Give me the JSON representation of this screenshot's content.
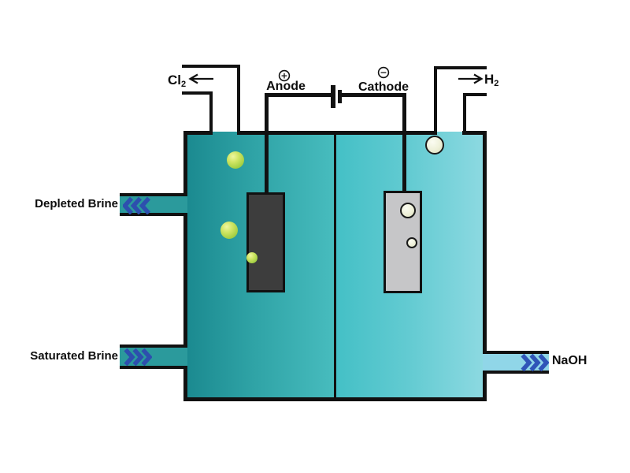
{
  "cell": {
    "streams": {
      "depleted_brine": {
        "label": "Depleted Brine",
        "flow": "out-left"
      },
      "saturated_brine": {
        "label": "Saturated Brine",
        "flow": "in-right"
      },
      "sodium_hydroxide": {
        "label": "NaOH",
        "flow": "out-right"
      }
    },
    "gases": {
      "chlorine": {
        "symbol": "Cl",
        "subscript": "2",
        "flow": "out-left"
      },
      "hydrogen": {
        "symbol": "H",
        "subscript": "2",
        "flow": "out-right"
      }
    },
    "electrodes": {
      "anode": {
        "label": "Anode",
        "polarity": "+"
      },
      "cathode": {
        "label": "Cathode",
        "polarity": "−"
      }
    }
  },
  "colors": {
    "anolyte_gradient": [
      "#1b8a90",
      "#47bcbe"
    ],
    "catholyte_gradient": [
      "#44c0c6",
      "#8cd9e1"
    ],
    "brine_pipe": "#2b9a9c",
    "naoh_pipe": "#90d6e8",
    "chevron_blue": "#2d4fae",
    "anode_fill": "#3d3d3d",
    "cathode_fill": "#c6c6c8",
    "chlorine_bubble": "#a8d243",
    "hydrogen_bubble": "#eef0da",
    "line": "#111111"
  }
}
